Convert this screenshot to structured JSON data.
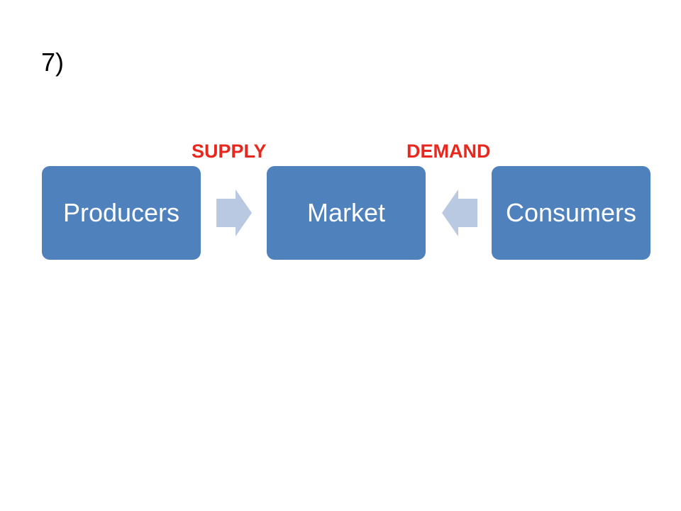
{
  "slide": {
    "title": "7)"
  },
  "labels": {
    "supply": "SUPPLY",
    "demand": "DEMAND"
  },
  "nodes": [
    {
      "label": "Producers"
    },
    {
      "label": "Market"
    },
    {
      "label": "Consumers"
    }
  ],
  "colors": {
    "node_fill": "#4f81bd",
    "node_text": "#ffffff",
    "arrow_fill": "#b9c9e1",
    "label_text": "#e8281e",
    "title_text": "#000000"
  }
}
